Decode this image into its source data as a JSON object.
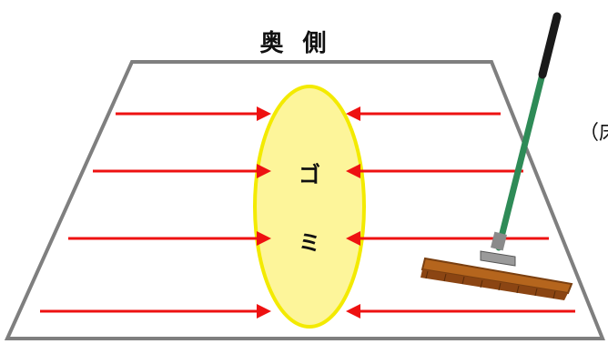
{
  "diagram": {
    "top_label": "奥 側",
    "center_label_1": "ゴ",
    "center_label_2": "ミ",
    "side_label_partial": "（床"
  },
  "colors": {
    "floor_outline": "#7f7f7f",
    "arrow": "#ee1111",
    "pile_fill": "#fdf59a",
    "pile_outline": "#f3ea00",
    "broom_handle": "#2e8b57",
    "broom_grip": "#1a1a1a",
    "broom_head": "#b5651d",
    "broom_bristle": "#8b4513"
  },
  "icons": {
    "broom": "broom-icon",
    "arrow": "arrow-right-icon"
  }
}
